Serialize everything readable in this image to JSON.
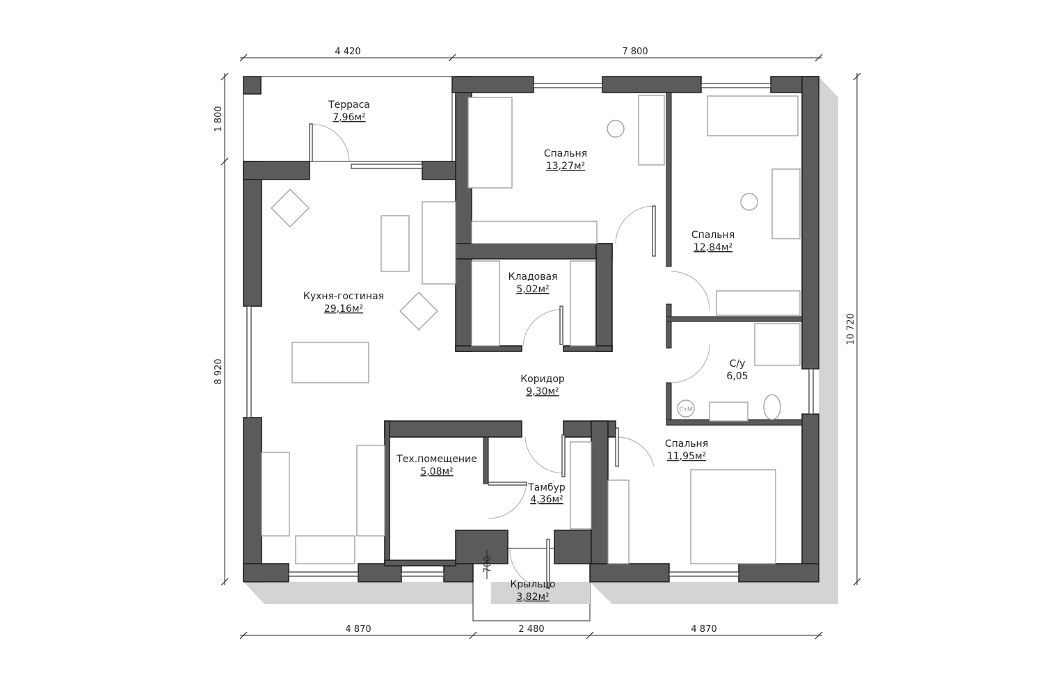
{
  "rooms": {
    "terrace": {
      "name": "Терраса",
      "area": "7,96м²"
    },
    "bedroom1": {
      "name": "Спальня",
      "area": "13,27м²"
    },
    "bedroom2": {
      "name": "Спальня",
      "area": "12,84м²"
    },
    "living": {
      "name": "Кухня-гостиная",
      "area": "29,16м²"
    },
    "storage": {
      "name": "Кладовая",
      "area": "5,02м²"
    },
    "corridor": {
      "name": "Коридор",
      "area": "9,30м²"
    },
    "bathroom": {
      "name": "С/у",
      "area": "6,05"
    },
    "tech": {
      "name": "Тех.помещение",
      "area": "5,08м²"
    },
    "vestibule": {
      "name": "Тамбур",
      "area": "4,36м²"
    },
    "bedroom3": {
      "name": "Спальня",
      "area": "11,95м²"
    },
    "porch": {
      "name": "Крыльцо",
      "area": "3,82м²"
    }
  },
  "dimensions": {
    "top": [
      "4 420",
      "7 800"
    ],
    "bottom": [
      "4 870",
      "2 480",
      "4 870"
    ],
    "left": [
      "1 800",
      "8 920"
    ],
    "right": "10 720",
    "porch_depth": "700"
  },
  "appliances": {
    "washer_label": "СтМ"
  },
  "colors": {
    "wall": "#5b5b5b",
    "shadow": "#d4d4d4"
  }
}
